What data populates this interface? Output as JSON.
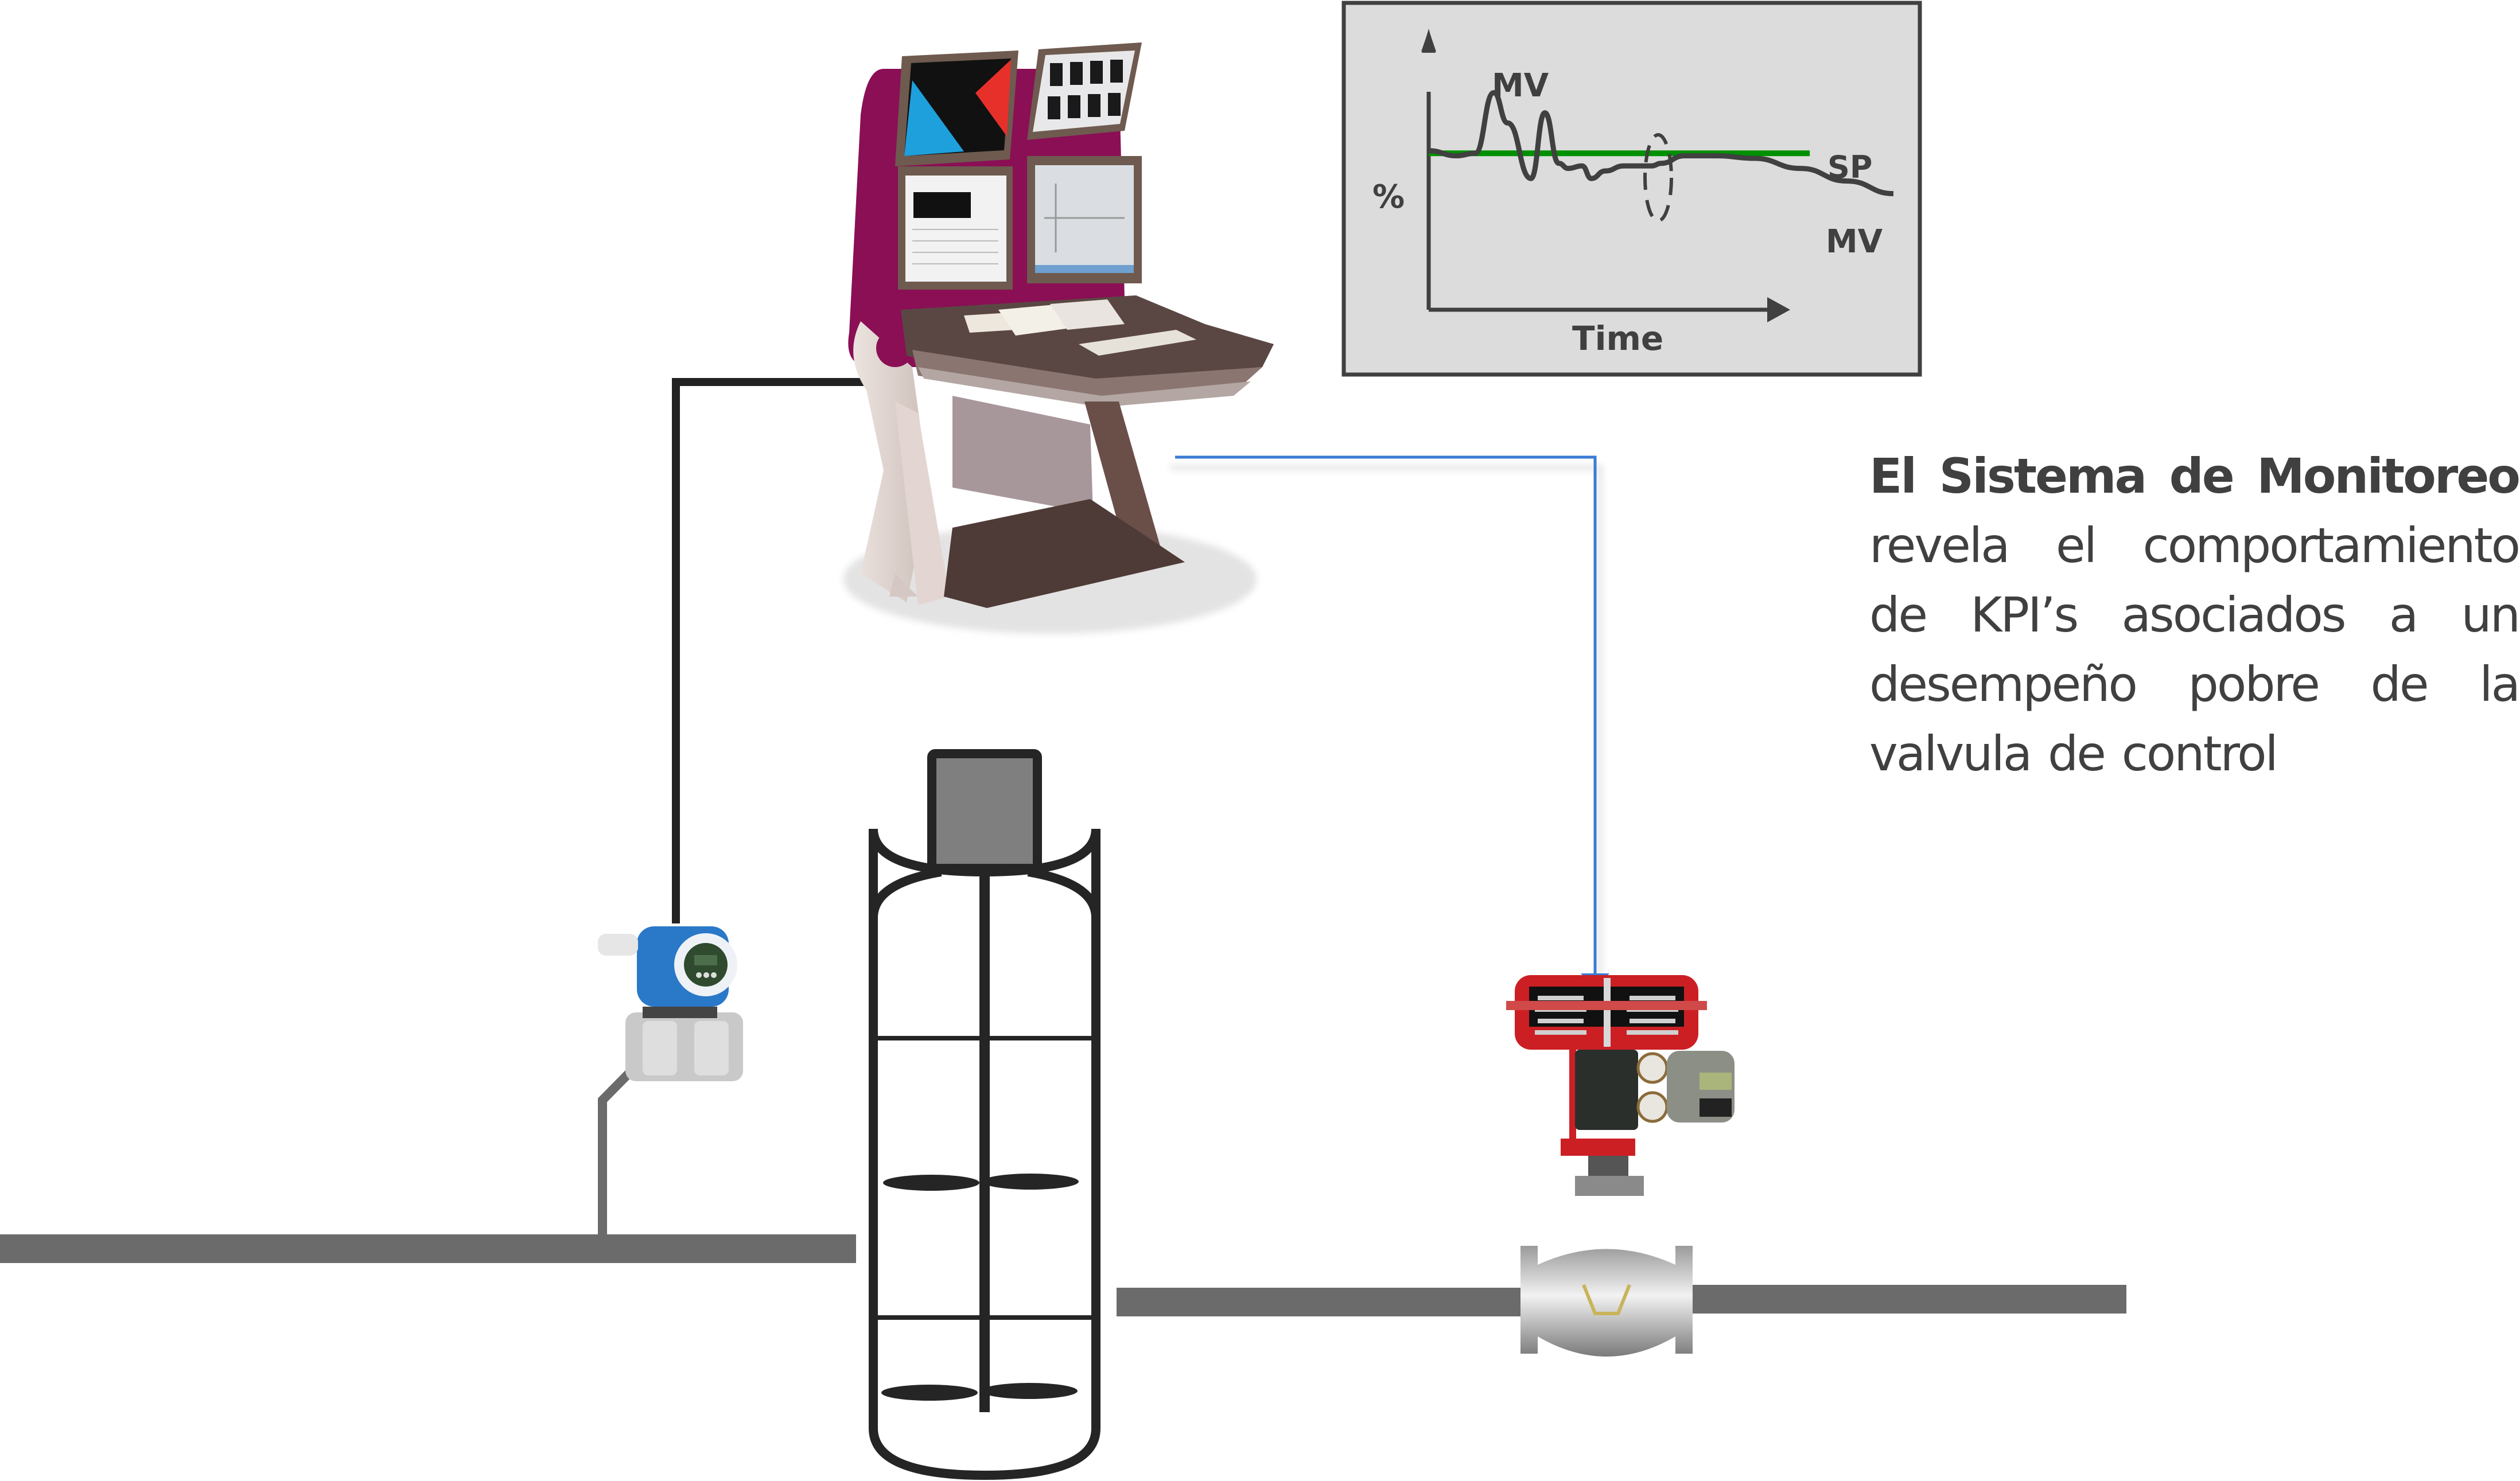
{
  "caption": {
    "bold_lead": "El Sistema de Monitoreo",
    "body": "revela el comportamiento de KPI’s asociados a un desempeño pobre de la valvula de control"
  },
  "monitor_chart": {
    "title": "",
    "y_axis_label": "%",
    "x_axis_label": "Time",
    "label_mv_top": "MV",
    "label_sp": "SP",
    "label_mv_right": "MV"
  },
  "equipment": {
    "console": "operator-console",
    "transmitter": "pressure-transmitter",
    "vessel": "agitated-vessel",
    "valve": "control-valve"
  },
  "colors": {
    "setpoint": "#009000",
    "process_variable": "#404040",
    "control_signal": "#3a7bd5",
    "measurement_signal": "#222222",
    "pipe": "#6b6b6b",
    "chart_bg": "#dcdcdc",
    "console_accent": "#8a0f55",
    "valve_actuator": "#cc1f24",
    "transmitter_body": "#2a78c8"
  },
  "chart_data": {
    "type": "line",
    "title": "",
    "xlabel": "Time",
    "ylabel": "%",
    "xlim": [
      0,
      100
    ],
    "ylim": [
      0,
      100
    ],
    "grid": false,
    "legend": "inline-labels",
    "series": [
      {
        "name": "SP",
        "x": [
          0,
          82
        ],
        "y": [
          62,
          62
        ]
      },
      {
        "name": "MV",
        "x": [
          0,
          6,
          10,
          14,
          17,
          22,
          25,
          28,
          30,
          33,
          35,
          38,
          42,
          45,
          48,
          50,
          55,
          62,
          70,
          80,
          90,
          100
        ],
        "y": [
          63,
          61,
          62,
          86,
          74,
          52,
          78,
          58,
          56,
          57,
          52,
          55,
          57,
          57,
          57,
          58,
          61,
          61,
          60,
          56,
          51,
          46
        ]
      }
    ],
    "annotations": [
      "MV",
      "SP",
      "MV",
      "dashed-ellipse-at-x≈48"
    ]
  }
}
